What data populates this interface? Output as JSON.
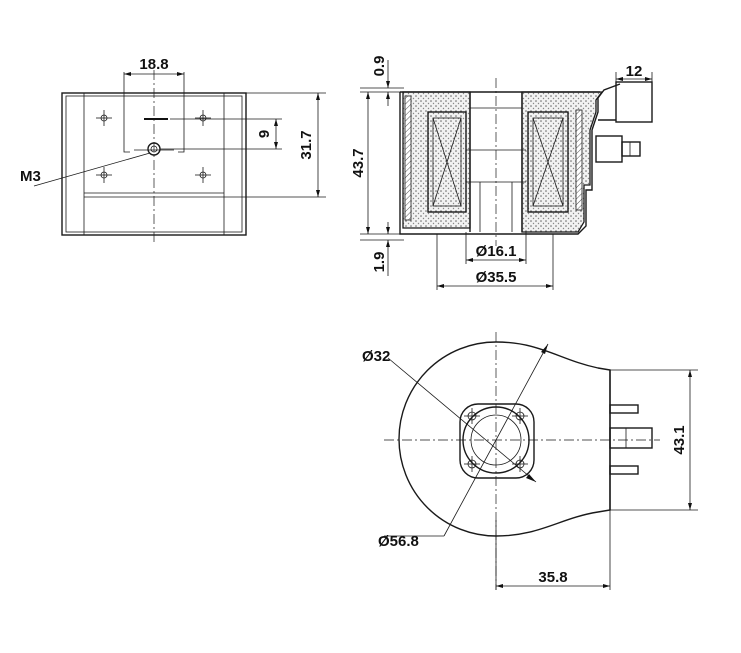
{
  "dimensions": {
    "front_width": "18.8",
    "front_slot_height": "9",
    "front_height": "31.7",
    "thread": "M3",
    "section_top_gap": "0.9",
    "section_height": "43.7",
    "section_bottom_gap": "1.9",
    "terminal_width": "12",
    "bore_diameter": "Ø16.1",
    "body_diameter": "Ø35.5",
    "top_inner_diameter": "Ø32",
    "top_outer_diameter": "Ø56.8",
    "top_length": "35.8",
    "top_height": "43.1"
  },
  "colors": {
    "line": "#1a1a1a",
    "hatch": "#8a8a8a",
    "background": "#ffffff"
  }
}
